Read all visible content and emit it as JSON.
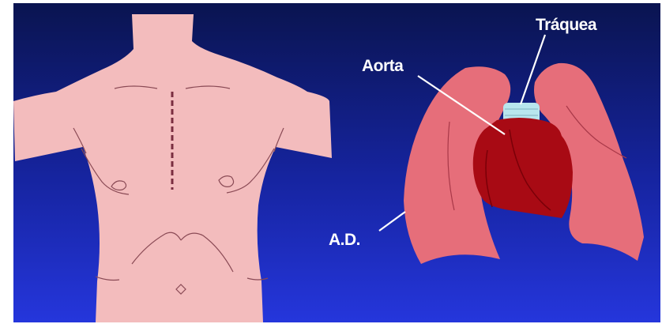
{
  "labels": {
    "trachea": "Tráquea",
    "aorta": "Aorta",
    "right_atrium": "A.D."
  },
  "colors": {
    "background_top": "#0a1450",
    "background_bottom": "#2233d8",
    "torso": "#f3bcbd",
    "torso_line": "#8a4a55",
    "incision": "#7a2e40",
    "lung": "#e66e7a",
    "lung_line": "#a83848",
    "heart": "#a80a14",
    "heart_dark": "#7a0008",
    "trachea": "#b8e6ee",
    "label_text": "#ffffff"
  }
}
